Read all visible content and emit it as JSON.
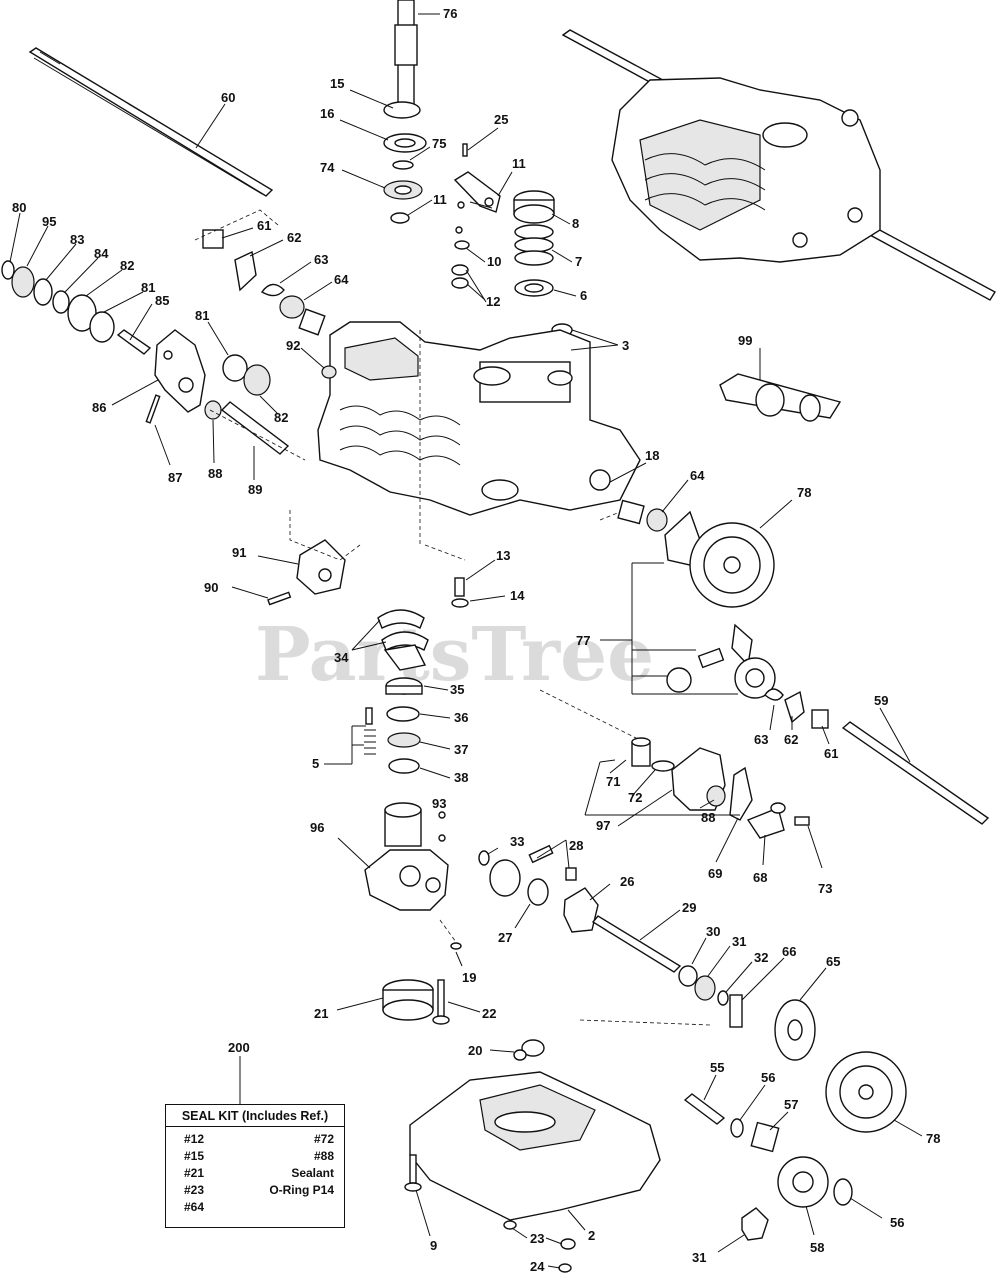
{
  "watermark": "PartsTree",
  "seal_kit": {
    "ref": "200",
    "title": "SEAL KIT (Includes Ref.)",
    "left": [
      "#12",
      "#15",
      "#21",
      "#23",
      "#64"
    ],
    "right": [
      "#72",
      "#88",
      "Sealant",
      "O-Ring P14"
    ]
  },
  "callouts": {
    "c60": "60",
    "c76": "76",
    "c15": "15",
    "c16": "16",
    "c75": "75",
    "c74": "74",
    "c11a": "11",
    "c11b": "11",
    "c25": "25",
    "c8": "8",
    "c10": "10",
    "c7": "7",
    "c12": "12",
    "c6": "6",
    "c3": "3",
    "c80": "80",
    "c95": "95",
    "c83": "83",
    "c84": "84",
    "c82a": "82",
    "c81a": "81",
    "c85": "85",
    "c61a": "61",
    "c62a": "62",
    "c63a": "63",
    "c64a": "64",
    "c81b": "81",
    "c92": "92",
    "c86": "86",
    "c82b": "82",
    "c87": "87",
    "c88a": "88",
    "c89": "89",
    "c99": "99",
    "c18": "18",
    "c64b": "64",
    "c78a": "78",
    "c91": "91",
    "c13": "13",
    "c90": "90",
    "c14": "14",
    "c77": "77",
    "c34": "34",
    "c35": "35",
    "c59": "59",
    "c36": "36",
    "c37": "37",
    "c5": "5",
    "c38": "38",
    "c63b": "63",
    "c62b": "62",
    "c61b": "61",
    "c71": "71",
    "c72": "72",
    "c93": "93",
    "c96": "96",
    "c33": "33",
    "c28": "28",
    "c97": "97",
    "c88b": "88",
    "c69": "69",
    "c68": "68",
    "c73": "73",
    "c26": "26",
    "c27": "27",
    "c29": "29",
    "c30": "30",
    "c31a": "31",
    "c32": "32",
    "c66": "66",
    "c65": "65",
    "c19": "19",
    "c21": "21",
    "c22": "22",
    "c20": "20",
    "c55": "55",
    "c56a": "56",
    "c57": "57",
    "c78b": "78",
    "c9": "9",
    "c23": "23",
    "c2": "2",
    "c24": "24",
    "c31b": "31",
    "c58": "58",
    "c56b": "56"
  }
}
